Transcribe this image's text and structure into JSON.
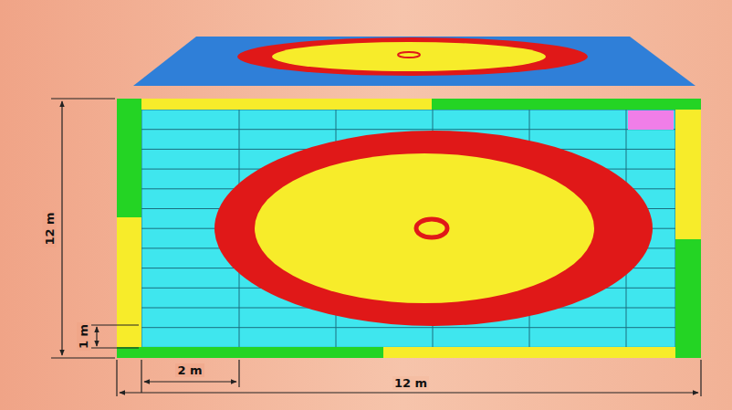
{
  "diagram": {
    "labels": [
      "12 m",
      "1 m",
      "2 m",
      "12 m"
    ]
  }
}
